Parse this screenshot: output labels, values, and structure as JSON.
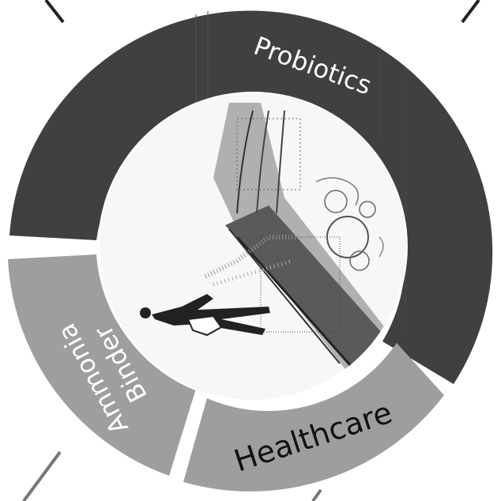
{
  "diagram": {
    "segments": [
      {
        "id": "probiotics",
        "label": "Probiotics",
        "color": "#404040",
        "text_color": "#ffffff"
      },
      {
        "id": "healthcare",
        "label": "Healthcare",
        "color": "#9e9e9e",
        "text_color": "#111111"
      },
      {
        "id": "ammonia-binder",
        "label_line1": "Ammonia",
        "label_line2": "Binder",
        "color": "#9e9e9e",
        "text_color": "#ffffff"
      }
    ],
    "center_image": "sketch-of-person-spraying-intestinal-wall"
  }
}
